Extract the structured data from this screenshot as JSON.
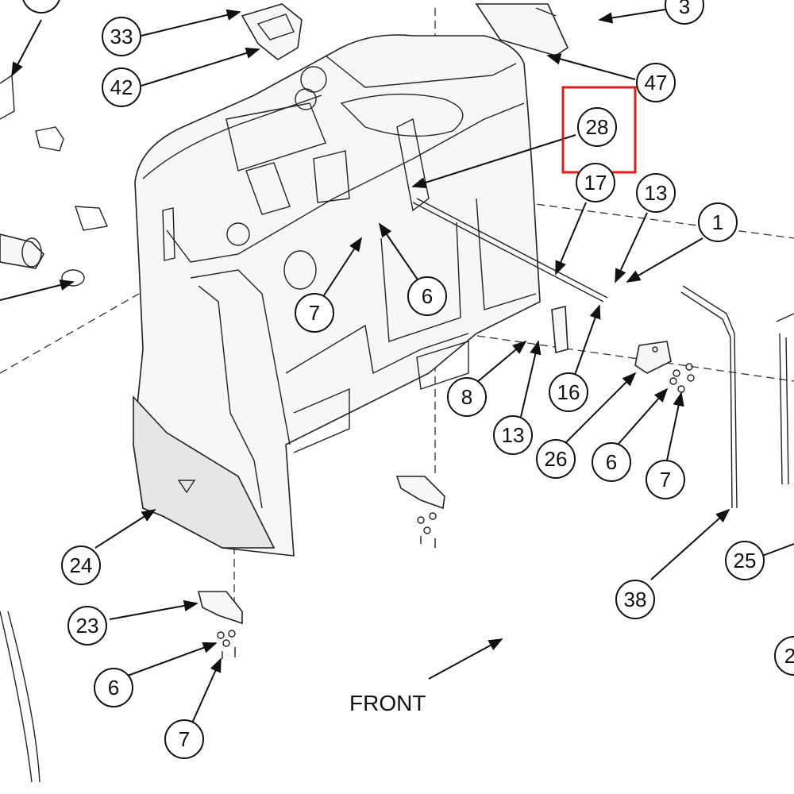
{
  "diagram": {
    "front_label": "FRONT",
    "highlight_color": "#d42020",
    "callouts": [
      "33",
      "42",
      "3",
      "47",
      "28",
      "17",
      "13",
      "1",
      "7",
      "6",
      "8",
      "13",
      "16",
      "26",
      "6",
      "7",
      "24",
      "23",
      "6",
      "7",
      "38",
      "25",
      "2"
    ]
  }
}
